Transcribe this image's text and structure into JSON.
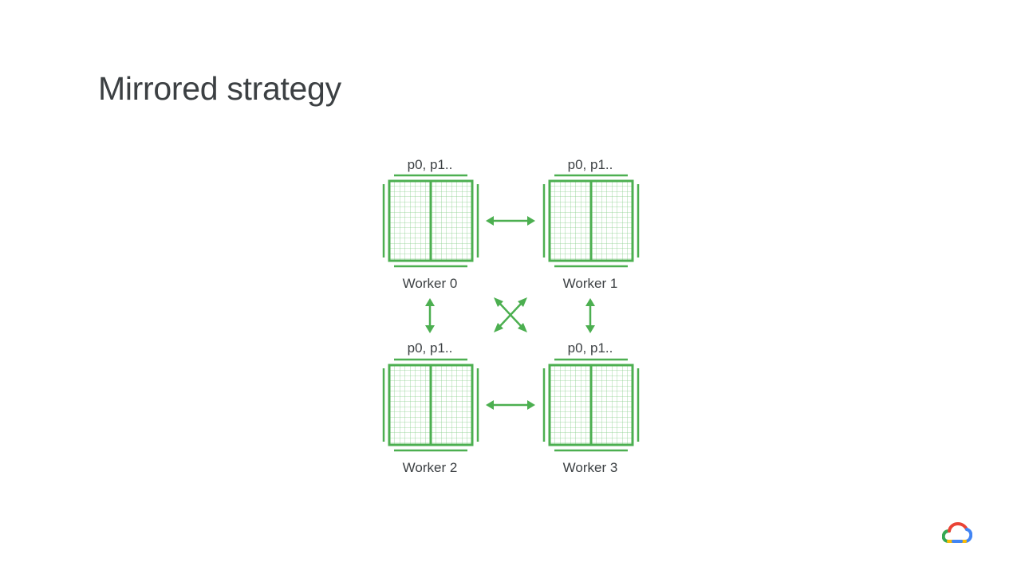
{
  "slide": {
    "title": "Mirrored strategy"
  },
  "workers": [
    {
      "name": "Worker 0",
      "params": "p0, p1.."
    },
    {
      "name": "Worker 1",
      "params": "p0, p1.."
    },
    {
      "name": "Worker 2",
      "params": "p0, p1.."
    },
    {
      "name": "Worker 3",
      "params": "p0, p1.."
    }
  ],
  "colors": {
    "accent_green": "#4caf50",
    "grid_green": "#8bcf8e",
    "text": "#3c4043"
  },
  "logo": {
    "name": "google-cloud-logo",
    "colors": [
      "#ea4335",
      "#fbbc04",
      "#34a853",
      "#4285f4"
    ]
  }
}
